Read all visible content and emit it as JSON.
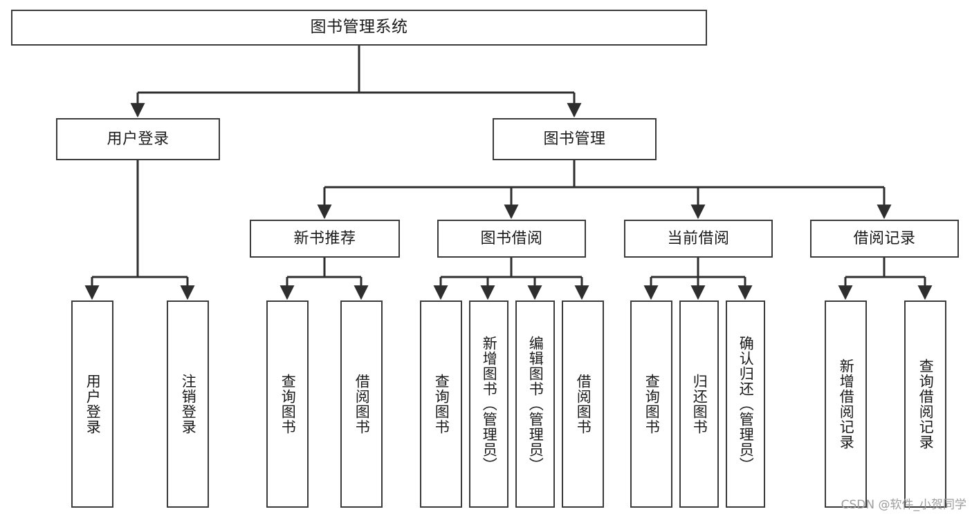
{
  "diagram": {
    "type": "tree-hierarchy",
    "title": "图书管理系统",
    "watermark": "CSDN @软件_小贺同学",
    "colors": {
      "box_border": "#3a3a3a",
      "box_fill": "#ffffff",
      "connector": "#2e2e2e",
      "text": "#1a1a1a",
      "watermark": "#9d9d9d"
    },
    "root": {
      "label": "图书管理系统"
    },
    "level2": [
      {
        "label": "用户登录"
      },
      {
        "label": "图书管理"
      }
    ],
    "level3": [
      {
        "label": "新书推荐"
      },
      {
        "label": "图书借阅"
      },
      {
        "label": "当前借阅"
      },
      {
        "label": "借阅记录"
      }
    ],
    "leaves": {
      "user_login": [
        {
          "label": "用户登录"
        },
        {
          "label": "注销登录"
        }
      ],
      "new_book_recommend": [
        {
          "label": "查询图书"
        },
        {
          "label": "借阅图书"
        }
      ],
      "book_borrow": [
        {
          "label": "查询图书"
        },
        {
          "label": "新增图书（管理员）"
        },
        {
          "label": "编辑图书（管理员）"
        },
        {
          "label": "借阅图书"
        }
      ],
      "current_borrow": [
        {
          "label": "查询图书"
        },
        {
          "label": "归还图书"
        },
        {
          "label": "确认归还（管理员）"
        }
      ],
      "borrow_record": [
        {
          "label": "新增借阅记录"
        },
        {
          "label": "查询借阅记录"
        }
      ]
    }
  }
}
